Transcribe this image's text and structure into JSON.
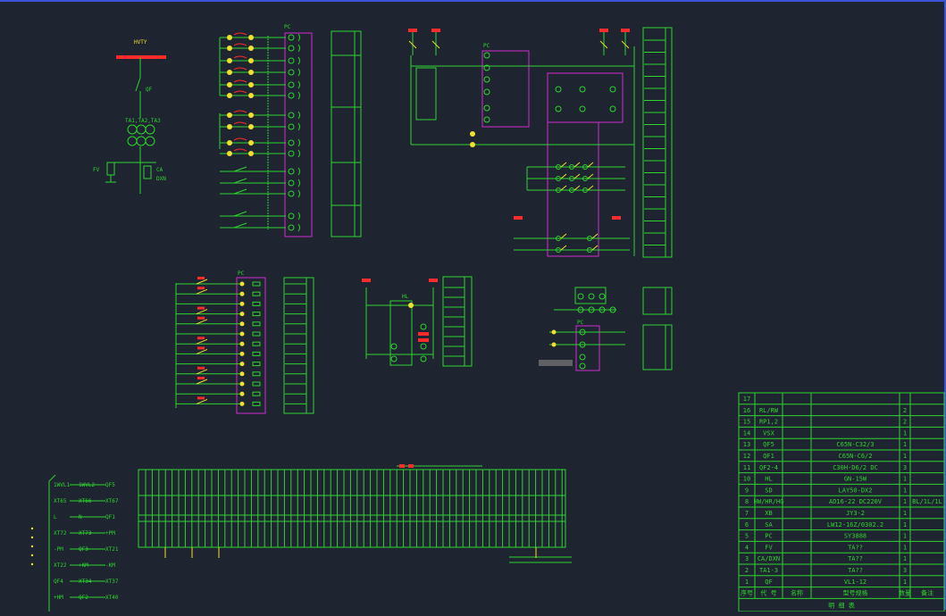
{
  "colors": {
    "background": "#1e2530",
    "line": "#2fd42f",
    "red": "#ff2a2a",
    "yellow": "#f0e030",
    "magenta": "#d12ad1",
    "border": "#3a55d8"
  },
  "single_line": {
    "breaker": "QF",
    "ct": "TA1,TA2,TA3",
    "fv": "FV",
    "ca": "CA",
    "dxn": "DXN"
  },
  "panel_labels": {
    "pc1": "PC",
    "pc2": "PC",
    "pc3": "PC",
    "pc4": "PC",
    "hl": "HL"
  },
  "left_strip": [
    "1WVL1",
    "1WVL2",
    "QF5",
    "XT65",
    "XT66",
    "XT67",
    "L",
    "N",
    "QF1",
    "XT72",
    "XT73",
    "+PM",
    "-PM",
    "QF3",
    "XT21",
    "XT22",
    "+KM",
    "-KM",
    "QF4",
    "XT34",
    "XT37",
    "+HM",
    "QF2",
    "XT40"
  ],
  "bom": {
    "header": [
      "序号",
      "代 号",
      "名称",
      "型号规格",
      "数量",
      "备注"
    ],
    "rows": [
      [
        "17",
        "",
        "",
        "",
        "",
        ""
      ],
      [
        "16",
        "RL/RW",
        "",
        "",
        "2",
        ""
      ],
      [
        "15",
        "RP1,2",
        "",
        "",
        "2",
        ""
      ],
      [
        "14",
        "VSX",
        "",
        "",
        "1",
        ""
      ],
      [
        "13",
        "QF5",
        "",
        "C65N-C32/3",
        "1",
        ""
      ],
      [
        "12",
        "QF1",
        "",
        "C65N-C6/2",
        "1",
        ""
      ],
      [
        "11",
        "QF2-4",
        "",
        "C30H-D6/2 DC",
        "3",
        ""
      ],
      [
        "10",
        "HL",
        "",
        "GN-15W",
        "1",
        ""
      ],
      [
        "9",
        "SD",
        "",
        "LAY50-DX2",
        "1",
        ""
      ],
      [
        "8",
        "HW/HR/HG",
        "",
        "AD16-22 DC220V",
        "1",
        "BL/1L/1L"
      ],
      [
        "7",
        "XB",
        "",
        "JY3-2",
        "1",
        ""
      ],
      [
        "6",
        "SA",
        "",
        "LW12-16Z/0302.2",
        "1",
        ""
      ],
      [
        "5",
        "PC",
        "",
        "SY3888",
        "1",
        ""
      ],
      [
        "4",
        "FV",
        "",
        "TA??",
        "1",
        ""
      ],
      [
        "3",
        "CA/DXN",
        "",
        "TA??",
        "1",
        ""
      ],
      [
        "2",
        "TA1-3",
        "",
        "TA??",
        "3",
        ""
      ],
      [
        "1",
        "QF",
        "",
        "VL1-12",
        "1",
        ""
      ]
    ],
    "footer": "明 细 表"
  }
}
